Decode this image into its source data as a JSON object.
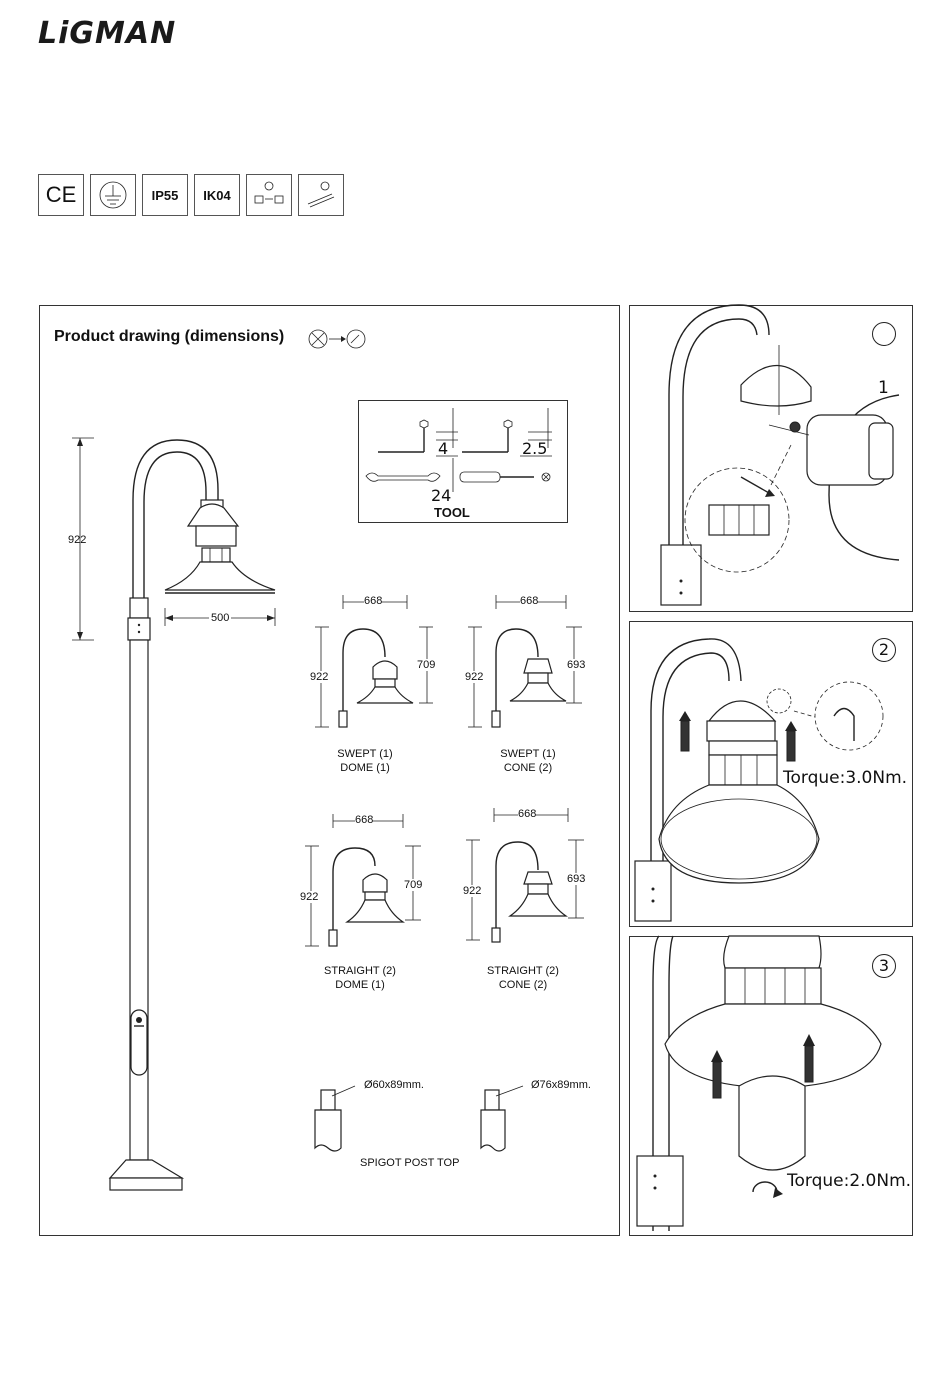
{
  "brand": {
    "logo": "LiGMAN"
  },
  "certifications": [
    {
      "id": "ce",
      "label": "CE"
    },
    {
      "id": "earth",
      "label": ""
    },
    {
      "id": "ip",
      "label": "IP55"
    },
    {
      "id": "ik",
      "label": "IK04"
    },
    {
      "id": "icon1",
      "label": ""
    },
    {
      "id": "icon2",
      "label": ""
    }
  ],
  "drawing_panel": {
    "title": "Product drawing (dimensions)",
    "main_dims": {
      "height": "922",
      "width": "500"
    },
    "tool": {
      "label": "TOOL",
      "sizes": [
        "4",
        "2.5",
        "24"
      ]
    },
    "variants": [
      {
        "width": "668",
        "height": "922",
        "inner": "709",
        "line1": "SWEPT (1)",
        "line2": "DOME (1)"
      },
      {
        "width": "668",
        "height": "922",
        "inner": "693",
        "line1": "SWEPT (1)",
        "line2": "CONE (2)"
      },
      {
        "width": "668",
        "height": "922",
        "inner": "709",
        "line1": "STRAIGHT (2)",
        "line2": "DOME (1)"
      },
      {
        "width": "668",
        "height": "922",
        "inner": "693",
        "line1": "STRAIGHT (2)",
        "line2": "CONE (2)"
      }
    ],
    "spigot": {
      "size1": "Ø60x89mm.",
      "size2": "Ø76x89mm.",
      "label": "SPIGOT POST TOP"
    }
  },
  "steps": [
    {
      "number": "1",
      "marker": "1",
      "torque": ""
    },
    {
      "number": "2",
      "torque": "Torque:3.0Nm."
    },
    {
      "number": "3",
      "torque": "Torque:2.0Nm."
    }
  ]
}
